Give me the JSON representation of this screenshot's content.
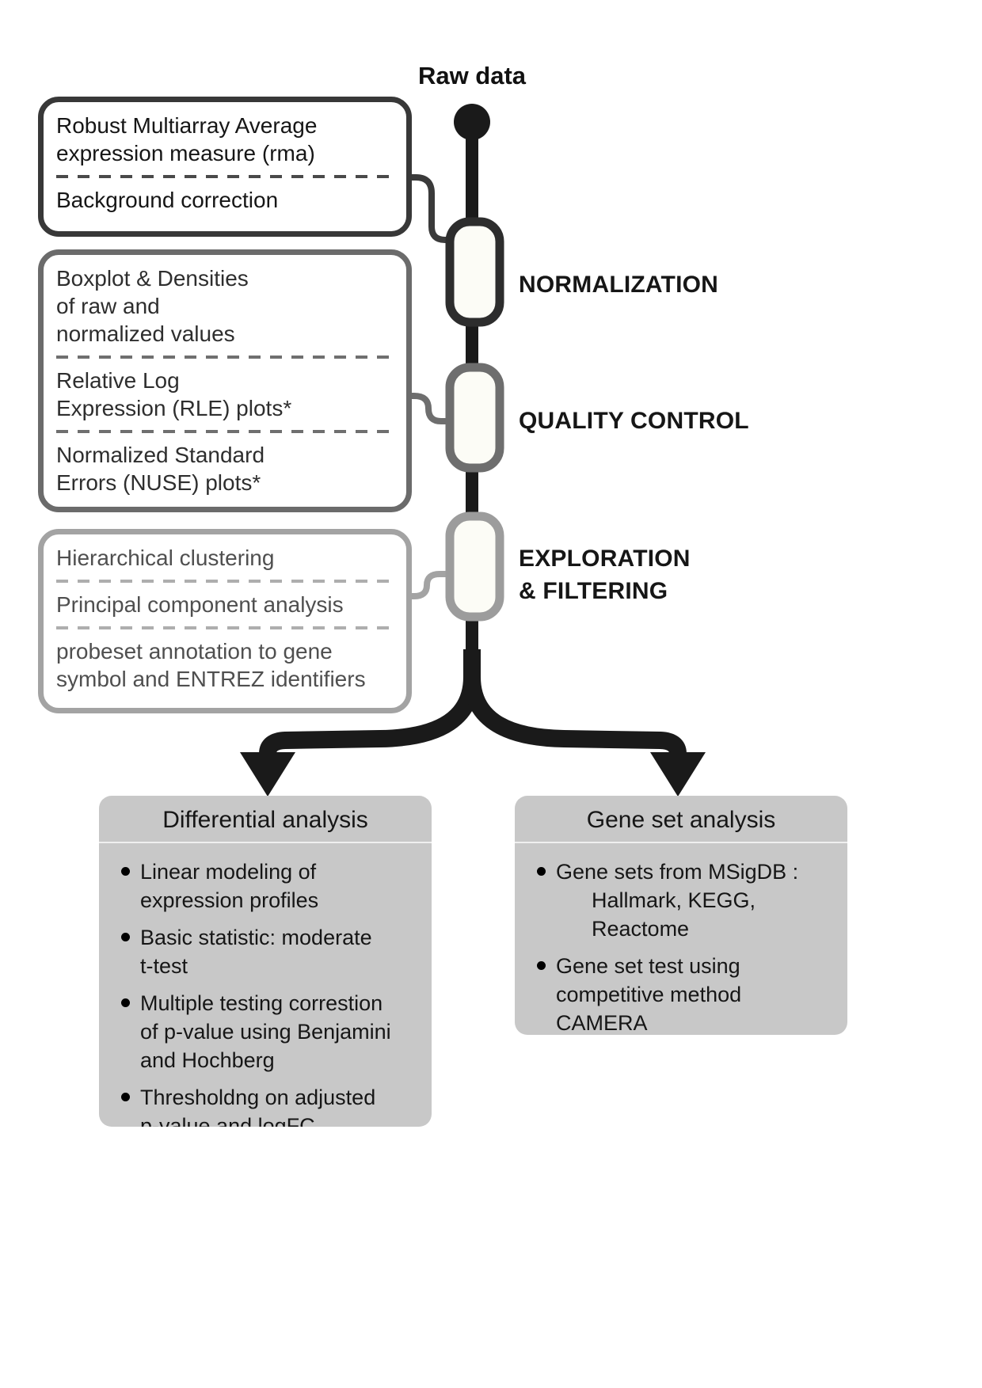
{
  "header": {
    "title": "Raw data"
  },
  "stages": [
    {
      "label": "NORMALIZATION"
    },
    {
      "label": "QUALITY CONTROL"
    },
    {
      "label": "EXPLORATION\n& FILTERING"
    }
  ],
  "method_boxes": [
    {
      "items": [
        "Robust Multiarray Average\nexpression measure (rma)",
        "Background correction"
      ]
    },
    {
      "items": [
        "Boxplot & Densities\nof raw and\nnormalized values",
        "Relative Log\nExpression (RLE) plots*",
        "Normalized Standard\nErrors (NUSE) plots*"
      ]
    },
    {
      "items": [
        "Hierarchical clustering",
        "Principal component analysis",
        "probeset annotation to gene\nsymbol and ENTREZ identifiers"
      ]
    }
  ],
  "analysis_boxes": [
    {
      "title": "Differential analysis",
      "bullets": [
        "Linear modeling of\nexpression profiles",
        "Basic statistic: moderate\nt-test",
        "Multiple testing correstion\nof p-value using Benjamini\nand Hochberg",
        "Thresholdng on adjusted\np-value and logFC"
      ]
    },
    {
      "title": "Gene set analysis",
      "bullets": [
        "Gene sets from MSigDB :\n      Hallmark, KEGG,\n      Reactome",
        "Gene set test using\ncompetitive method\nCAMERA"
      ]
    }
  ],
  "colors": {
    "pipeline": "#1a1a1a",
    "stage1_border": "#2d2d2d",
    "stage2_border": "#6e6e6e",
    "stage3_border": "#9c9c9c",
    "node_fill": "#fcfcf6",
    "analysis_box_bg": "#c8c8c8"
  }
}
